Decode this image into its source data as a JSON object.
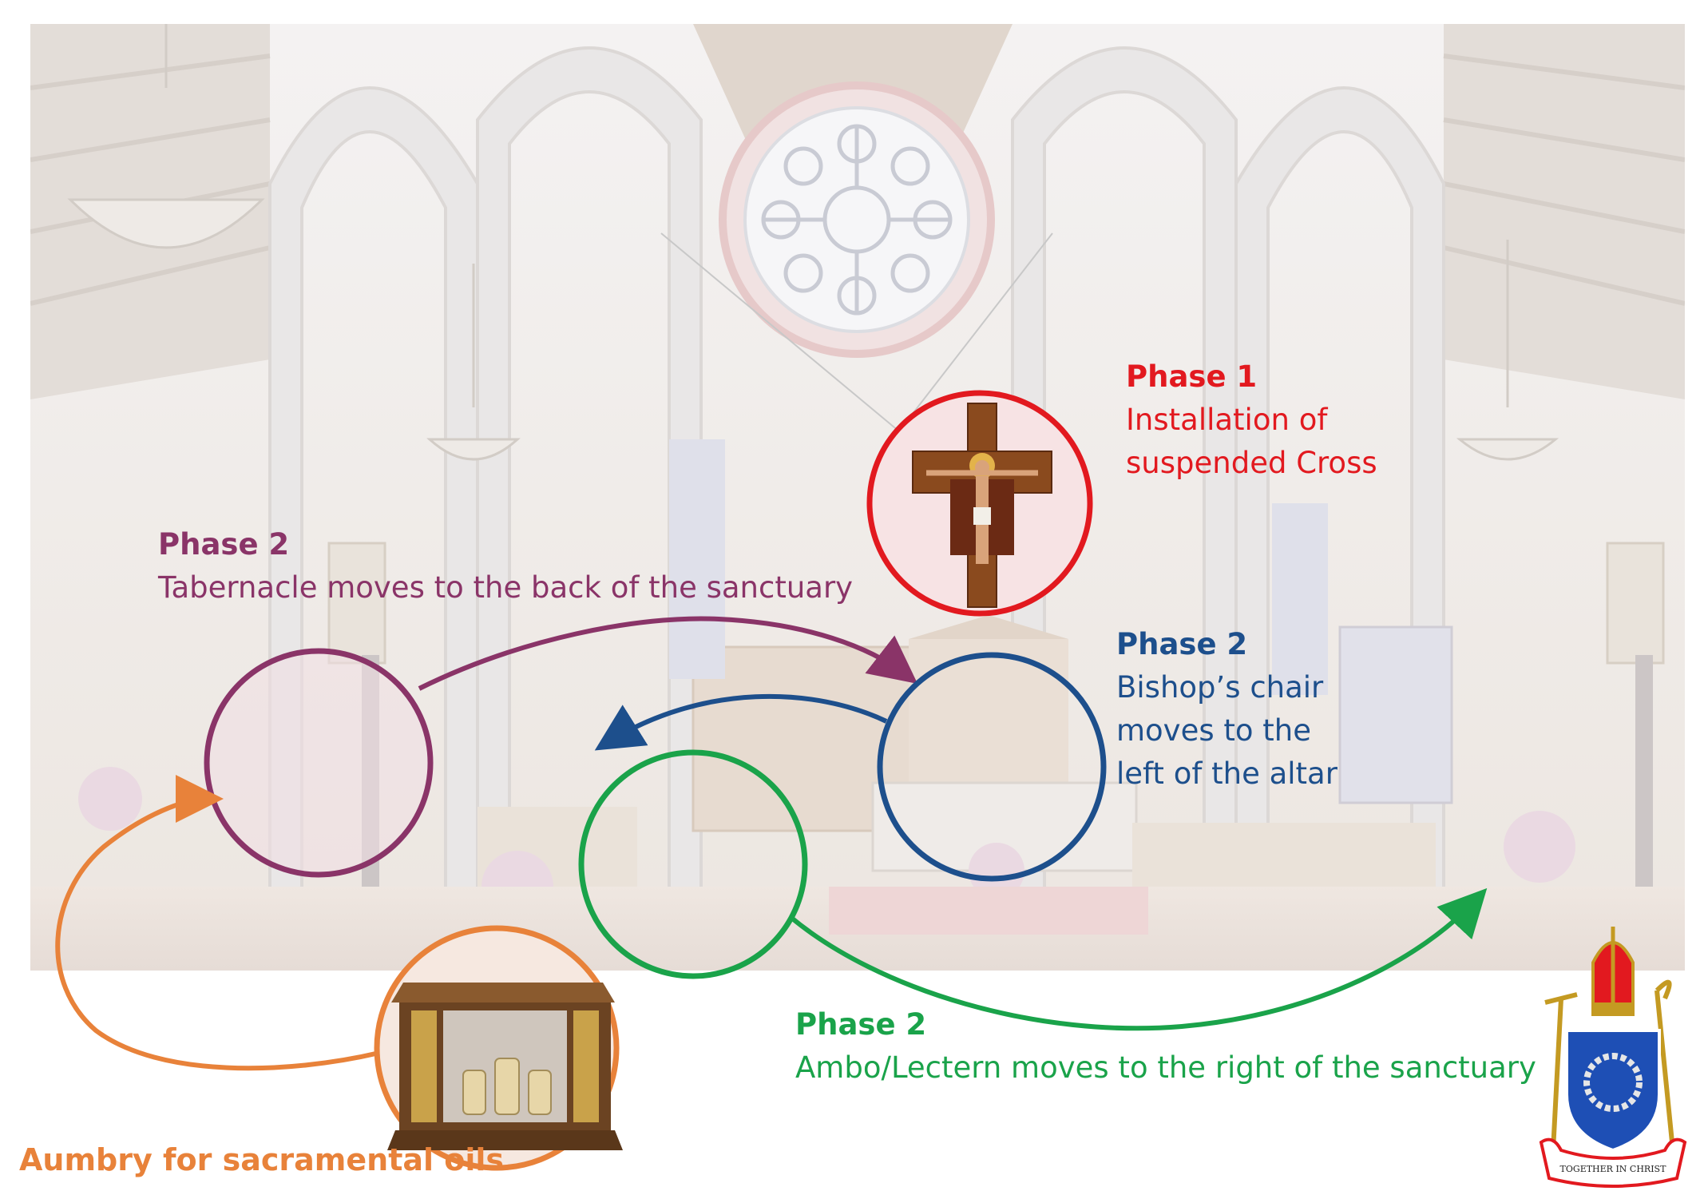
{
  "phase1": {
    "heading": "Phase 1",
    "line1": "Installation of",
    "line2": "suspended Cross",
    "color": "#e2191f"
  },
  "tabernacle": {
    "heading": "Phase 2",
    "text": "Tabernacle moves to the back of the sanctuary",
    "color": "#8a3468"
  },
  "bishops_chair": {
    "heading": "Phase 2",
    "line1": "Bishop’s chair",
    "line2": "moves to the",
    "line3": "left of the altar",
    "color": "#1d4f8c"
  },
  "ambo": {
    "heading": "Phase 2",
    "text": "Ambo/Lectern moves to the right of the sanctuary",
    "color": "#1aa34a"
  },
  "aumbry": {
    "text": "Aumbry for sacramental oils",
    "color": "#e8823a"
  },
  "crest": {
    "motto": "TOGETHER IN CHRIST",
    "icon": "diocesan-coat-of-arms"
  },
  "background": {
    "icon": "cathedral-sanctuary-photo"
  }
}
